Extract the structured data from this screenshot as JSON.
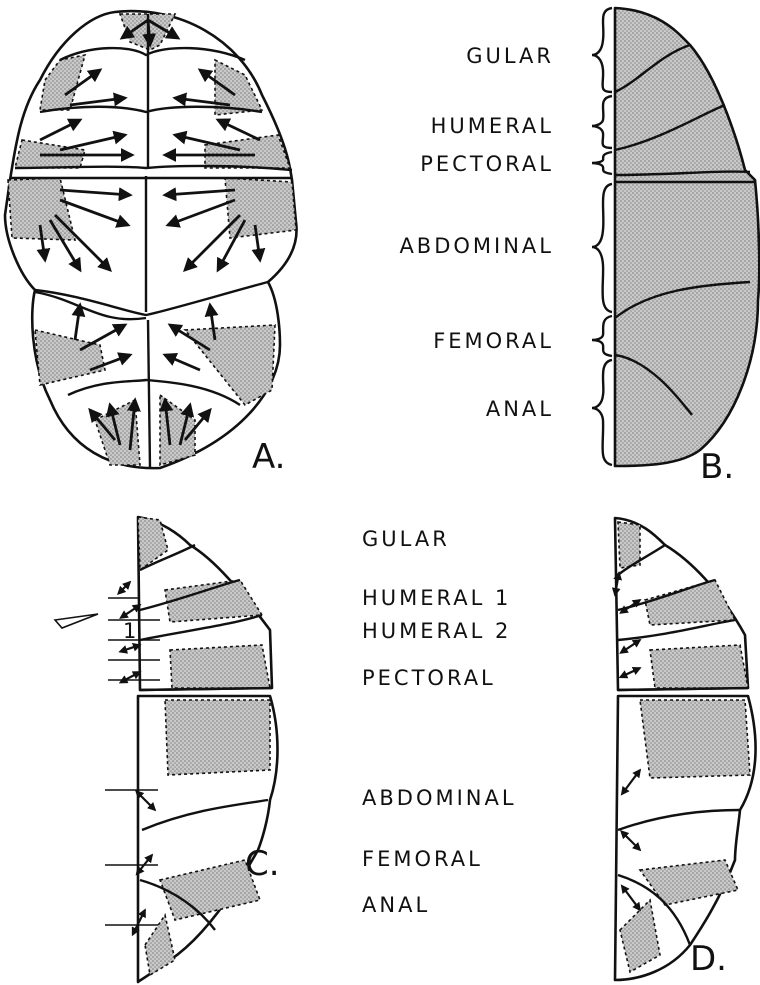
{
  "panels": {
    "A": {
      "label": "A."
    },
    "B": {
      "label": "B.",
      "labels": [
        "GULAR",
        "HUMERAL",
        "PECTORAL",
        "ABDOMINAL",
        "FEMORAL",
        "ANAL"
      ]
    },
    "C": {
      "label": "C.",
      "pointer": "1"
    },
    "D": {
      "label": "D."
    },
    "CD_labels": [
      "GULAR",
      "HUMERAL 1",
      "HUMERAL 2",
      "PECTORAL",
      "ABDOMINAL",
      "FEMORAL",
      "ANAL"
    ]
  },
  "colors": {
    "ink": "#111111",
    "stipple": "#bdbdbd"
  }
}
